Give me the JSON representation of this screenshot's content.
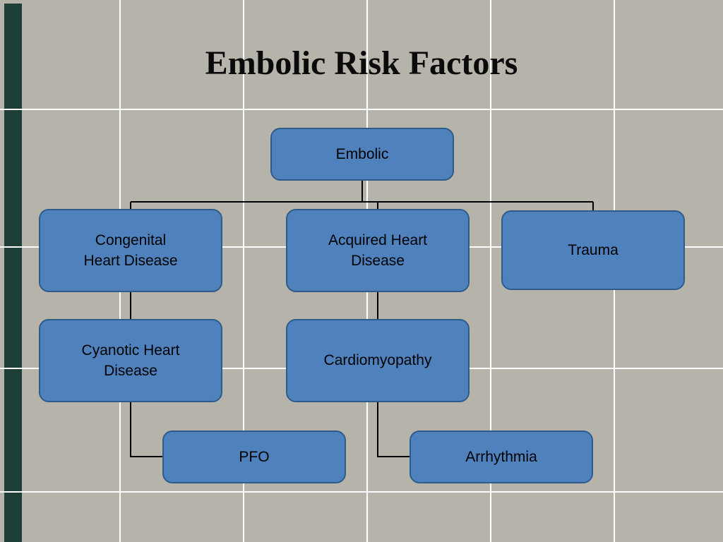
{
  "slide": {
    "title": "Embolic Risk Factors"
  },
  "diagram": {
    "nodes": [
      {
        "id": "embolic",
        "lines": [
          "Embolic"
        ]
      },
      {
        "id": "congenital-heart-disease",
        "lines": [
          "Congenital",
          "Heart Disease"
        ]
      },
      {
        "id": "acquired-heart-disease",
        "lines": [
          "Acquired Heart",
          "Disease"
        ]
      },
      {
        "id": "trauma",
        "lines": [
          "Trauma"
        ]
      },
      {
        "id": "cyanotic-heart-disease",
        "lines": [
          "Cyanotic Heart",
          "Disease"
        ]
      },
      {
        "id": "cardiomyopathy",
        "lines": [
          "Cardiomyopathy"
        ]
      },
      {
        "id": "pfo",
        "lines": [
          "PFO"
        ]
      },
      {
        "id": "arrhythmia",
        "lines": [
          "Arrhythmia"
        ]
      }
    ],
    "edges": [
      [
        "embolic",
        "congenital-heart-disease"
      ],
      [
        "embolic",
        "acquired-heart-disease"
      ],
      [
        "embolic",
        "trauma"
      ],
      [
        "congenital-heart-disease",
        "cyanotic-heart-disease"
      ],
      [
        "cyanotic-heart-disease",
        "pfo"
      ],
      [
        "acquired-heart-disease",
        "cardiomyopathy"
      ],
      [
        "cardiomyopathy",
        "arrhythmia"
      ]
    ],
    "colors": {
      "background": "#b6b3aa",
      "gridline": "#ffffff",
      "accent_bar": "#1d3f38",
      "node_fill": "#4f81bd",
      "node_border": "#2e5c8a",
      "connector": "#000000"
    }
  }
}
